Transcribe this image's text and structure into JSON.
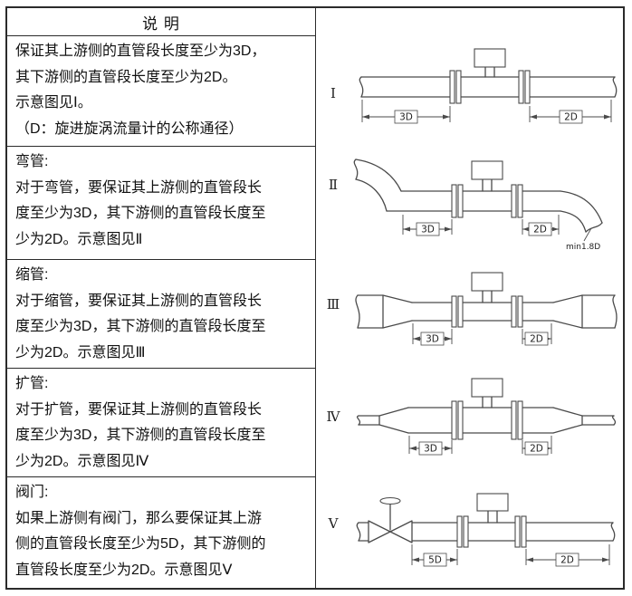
{
  "header": {
    "title": "说 明"
  },
  "colors": {
    "table_border": "#2b2b2b",
    "drawing_line": "#4a4a4a",
    "text": "#111111"
  },
  "rows": [
    {
      "text": "保证其上游侧的直管段长度至少为3D，\n其下游侧的直管段长度至少为2D。\n示意图见Ⅰ。\n（D：旋进旋涡流量计的公称通径）",
      "figure": {
        "label": "Ⅰ",
        "type": "straight-pipe",
        "upstream_dim": "3D",
        "downstream_dim": "2D"
      }
    },
    {
      "text": "弯管:\n对于弯管，要保证其上游侧的直管段长\n度至少为3D，其下游侧的直管段长度至\n少为2D。示意图见Ⅱ",
      "figure": {
        "label": "Ⅱ",
        "type": "bend-pipe",
        "upstream_dim": "3D",
        "downstream_dim": "2D",
        "note": "min1.8D"
      }
    },
    {
      "text": "缩管:\n对于缩管，要保证其上游侧的直管段长\n度至少为3D，其下游侧的直管段长度至\n少为2D。示意图见Ⅲ",
      "figure": {
        "label": "Ⅲ",
        "type": "reducer-pipe",
        "upstream_dim": "3D",
        "downstream_dim": "2D"
      }
    },
    {
      "text": "扩管:\n对于扩管，要保证其上游侧的直管段长\n度至少为3D，其下游侧的直管段长度至\n少为2D。示意图见Ⅳ",
      "figure": {
        "label": "Ⅳ",
        "type": "expander-pipe",
        "upstream_dim": "3D",
        "downstream_dim": "2D"
      }
    },
    {
      "text": "阀门:\n如果上游侧有阀门，那么要保证其上游\n侧的直管段长度至少为5D，其下游侧的\n直管段长度至少为2D。示意图见Ⅴ",
      "figure": {
        "label": "Ⅴ",
        "type": "valve-pipe",
        "upstream_dim": "5D",
        "downstream_dim": "2D"
      }
    }
  ]
}
